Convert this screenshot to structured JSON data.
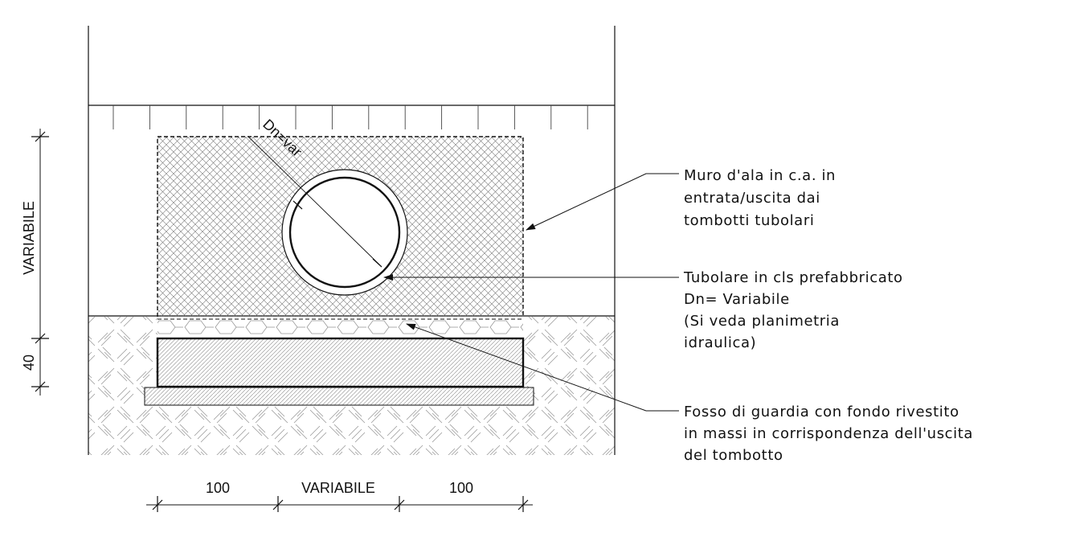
{
  "dimensions": {
    "bottom": [
      "100",
      "VARIABILE",
      "100"
    ],
    "left": [
      "VARIABILE",
      "40"
    ]
  },
  "pipe_label": "Dn=var",
  "callouts": [
    {
      "lines": [
        "Muro d'ala in c.a. in",
        "entrata/uscita dai",
        "tombotti tubolari"
      ]
    },
    {
      "lines": [
        "Tubolare in cls prefabbricato",
        "Dn= Variabile",
        "(Si veda planimetria",
        "idraulica)"
      ]
    },
    {
      "lines": [
        "Fosso di guardia con fondo rivestito",
        "in massi in corrispondenza dell'uscita",
        "del tombotto"
      ]
    }
  ]
}
